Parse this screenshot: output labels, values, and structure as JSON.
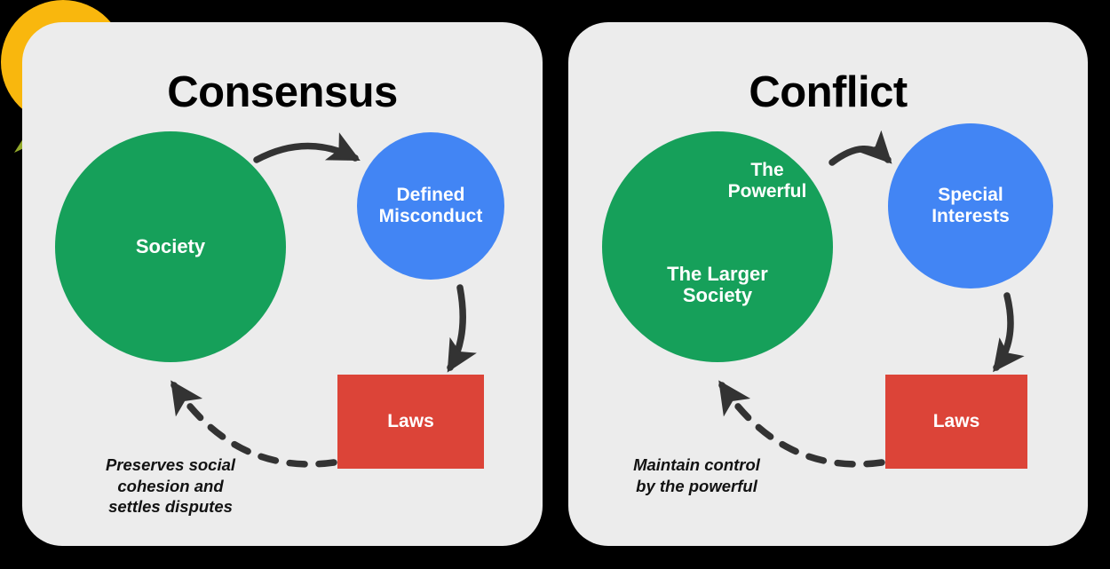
{
  "background_color": "#000000",
  "panel_color": "#ECECEC",
  "palette": {
    "green": "#16A05A",
    "blue": "#4285F4",
    "red": "#DC4438",
    "yellow": "#F9B70D",
    "overlap_olive": "#93A92B",
    "arrow": "#333333",
    "text_light": "#FFFFFF",
    "text_dark": "#000000"
  },
  "panels": [
    {
      "id": "consensus",
      "title": "Consensus",
      "nodes": {
        "society": "Society",
        "defined_misconduct": "Defined\nMisconduct",
        "defined_misconduct_line1": "Defined",
        "defined_misconduct_line2": "Misconduct",
        "laws": "Laws"
      },
      "caption_line1": "Preserves social",
      "caption_line2": "cohesion and",
      "caption_line3": "settles disputes",
      "arrows": [
        {
          "name": "society-to-misconduct",
          "style": "solid-curved",
          "from": "society",
          "to": "defined_misconduct"
        },
        {
          "name": "misconduct-to-laws",
          "style": "solid-curved",
          "from": "defined_misconduct",
          "to": "laws"
        },
        {
          "name": "laws-to-society",
          "style": "dashed-curved",
          "from": "laws",
          "to": "society"
        }
      ]
    },
    {
      "id": "conflict",
      "title": "Conflict",
      "nodes": {
        "larger_society_line1": "The Larger",
        "larger_society_line2": "Society",
        "powerful_line1": "The",
        "powerful_line2": "Powerful",
        "special_interests_line1": "Special",
        "special_interests_line2": "Interests",
        "laws": "Laws"
      },
      "caption_line1": "Maintain control",
      "caption_line2": "by the powerful",
      "arrows": [
        {
          "name": "powerful-to-special-interests",
          "style": "solid-curved",
          "from": "powerful",
          "to": "special_interests"
        },
        {
          "name": "special-interests-to-laws",
          "style": "solid-curved",
          "from": "special_interests",
          "to": "laws"
        },
        {
          "name": "laws-to-larger-society",
          "style": "dashed-curved",
          "from": "laws",
          "to": "larger_society"
        }
      ]
    }
  ]
}
